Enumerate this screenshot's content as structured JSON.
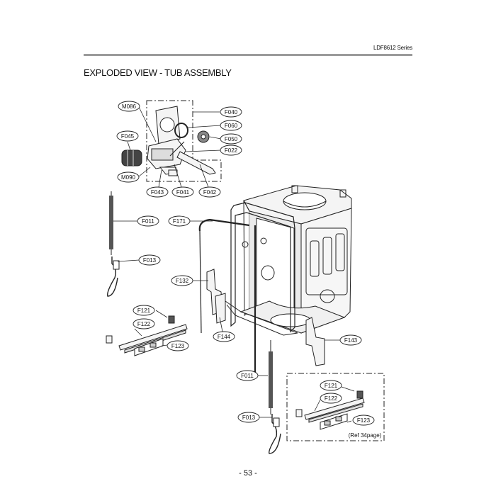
{
  "header": {
    "series": "LDF8612 Series",
    "title": "EXPLODED VIEW - TUB ASSEMBLY"
  },
  "footer": {
    "page": "- 53 -"
  },
  "parts": {
    "M086": "M086",
    "F040": "F040",
    "F060": "F060",
    "F045": "F045",
    "F050": "F050",
    "F022": "F022",
    "M090": "M090",
    "F043": "F043",
    "F041": "F041",
    "F042": "F042",
    "F011_top": "F011",
    "F171": "F171",
    "F013_top": "F013",
    "F132": "F132",
    "F121_left": "F121",
    "F122_left": "F122",
    "F123_left": "F123",
    "F144": "F144",
    "F143": "F143",
    "F011_bottom": "F011",
    "F121_right": "F121",
    "F122_right": "F122",
    "F013_bottom": "F013",
    "F123_right": "F123"
  },
  "notes": {
    "ref": "(Ref 34page)"
  }
}
